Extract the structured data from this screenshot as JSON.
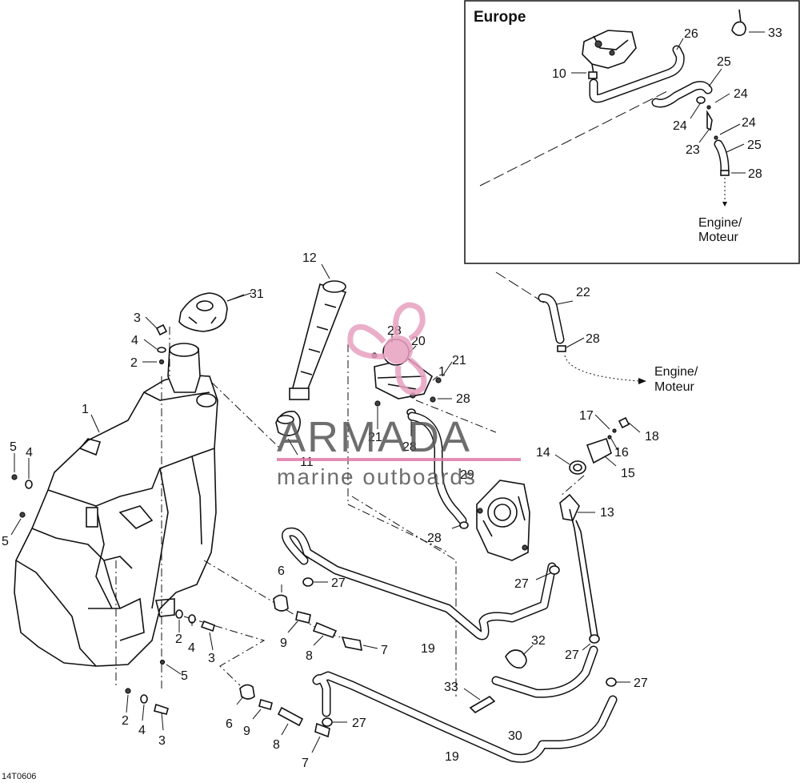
{
  "inset": {
    "title": "Europe",
    "engine_label_line1": "Engine/",
    "engine_label_line2": "Moteur"
  },
  "main": {
    "engine_label_line1": "Engine/",
    "engine_label_line2": "Moteur"
  },
  "watermark": {
    "brand": "ARMADA",
    "tagline": "marine outboards",
    "colors": {
      "logo": "#e8a0c0",
      "text": "#555555",
      "underline": "#e07aa8"
    }
  },
  "figure_code": "14T0606",
  "callouts": {
    "c1": "1",
    "c2a": "2",
    "c2b": "2",
    "c2c": "2",
    "c3a": "3",
    "c3b": "3",
    "c3c": "3",
    "c4a": "4",
    "c4b": "4",
    "c4c": "4",
    "c4d": "4",
    "c5a": "5",
    "c5b": "5",
    "c5c": "5",
    "c6a": "6",
    "c6b": "6",
    "c7a": "7",
    "c7b": "7",
    "c8a": "8",
    "c8b": "8",
    "c9a": "9",
    "c9b": "9",
    "c11": "11",
    "c12": "12",
    "c13": "13",
    "c14": "14",
    "c15": "15",
    "c16": "16",
    "c17": "17",
    "c18": "18",
    "c19a": "19",
    "c19b": "19",
    "c20": "20",
    "c21a": "21",
    "c21b": "21",
    "c22": "22",
    "c28a": "28",
    "c28b": "28",
    "c28c": "28",
    "c28d": "28",
    "c28e": "28",
    "c27a": "27",
    "c27b": "27",
    "c27c": "27",
    "c27d": "27",
    "c27e": "27",
    "c29": "29",
    "c30": "30",
    "c31": "31",
    "c32": "32",
    "c33": "33",
    "c1b": "1",
    "i33": "33",
    "i26": "26",
    "i25a": "25",
    "i24a": "24",
    "i24b": "24",
    "i24c": "24",
    "i23": "23",
    "i25b": "25",
    "i28": "28",
    "i10": "10"
  }
}
